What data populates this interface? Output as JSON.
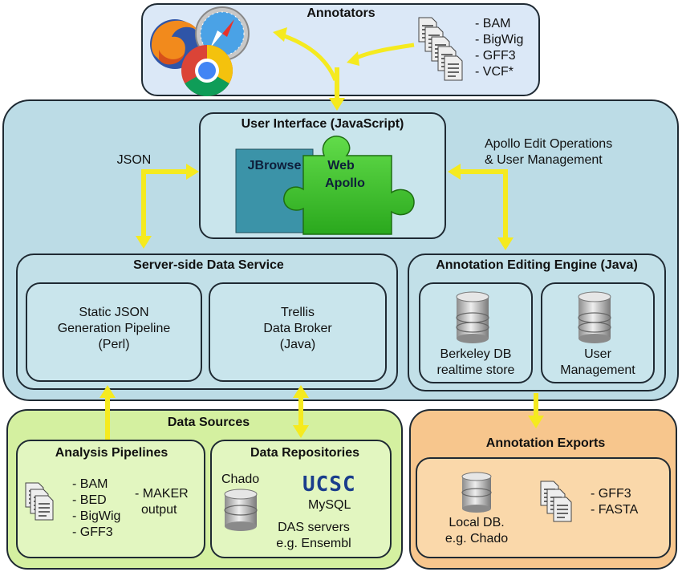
{
  "annotators": {
    "title": "Annotators",
    "formats": [
      "- BAM",
      "- BigWig",
      "- GFF3",
      "- VCF*"
    ]
  },
  "web_apollo": {
    "ui_title": "User Interface (JavaScript)",
    "jbrowse": "JBrowse",
    "web": "Web",
    "apollo": "Apollo",
    "json_label": "JSON",
    "edit_ops": [
      "Apollo Edit Operations",
      "& User Management"
    ]
  },
  "server_side": {
    "title": "Server-side Data Service",
    "static_json": [
      "Static JSON",
      "Generation Pipeline",
      "(Perl)"
    ],
    "trellis": [
      "Trellis",
      "Data Broker",
      "(Java)"
    ]
  },
  "editing_engine": {
    "title": "Annotation Editing Engine (Java)",
    "berkeley": [
      "Berkeley DB",
      "realtime store"
    ],
    "user_mgmt": [
      "User",
      "Management"
    ]
  },
  "data_sources": {
    "title": "Data Sources",
    "analysis": {
      "title": "Analysis Pipelines",
      "formats": [
        "- BAM",
        "- BED",
        "- BigWig",
        "- GFF3"
      ],
      "maker": [
        "- MAKER",
        "output"
      ]
    },
    "repositories": {
      "title": "Data Repositories",
      "chado": "Chado",
      "ucsc": "UCSC",
      "mysql": "MySQL",
      "das": [
        "DAS servers",
        "e.g. Ensembl"
      ]
    }
  },
  "exports": {
    "title": "Annotation Exports",
    "local_db": [
      "Local DB.",
      "e.g. Chado"
    ],
    "formats": [
      "- GFF3",
      "- FASTA"
    ]
  },
  "colors": {
    "annotators_bg": "#dbe8f7",
    "webapollo_bg": "#bcdce6",
    "inner_bg": "#c9e5ec",
    "sources_bg": "#d4f0a0",
    "sources_inner": "#e2f6c0",
    "exports_bg": "#f7c68d",
    "exports_inner": "#fad8aa",
    "arrow": "#f5ea1f",
    "jbrowse": "#3b93a8",
    "puzzle": "#3ec72b"
  }
}
